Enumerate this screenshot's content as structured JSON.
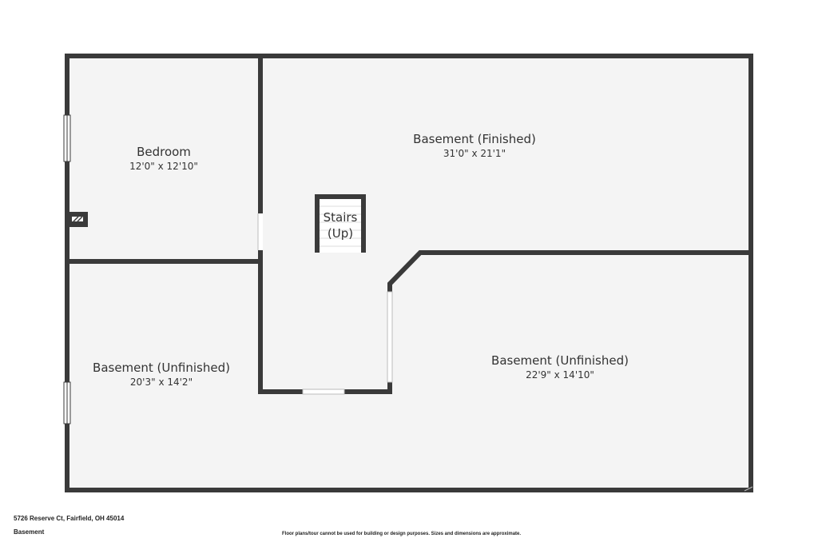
{
  "colors": {
    "wall": "#3a3a3a",
    "floor": "#f4f4f4",
    "window": "#ffffff",
    "text": "#333333"
  },
  "rooms": {
    "bedroom": {
      "name": "Bedroom",
      "dimensions": "12'0\" x 12'10\""
    },
    "basement_finished": {
      "name": "Basement (Finished)",
      "dimensions": "31'0\" x 21'1\""
    },
    "basement_unfinished_left": {
      "name": "Basement (Unfinished)",
      "dimensions": "20'3\" x 14'2\""
    },
    "basement_unfinished_right": {
      "name": "Basement (Unfinished)",
      "dimensions": "22'9\" x 14'10\""
    }
  },
  "stairs": {
    "line1": "Stairs",
    "line2": "(Up)"
  },
  "footer": {
    "address": "5726 Reserve Ct, Fairfield, OH 45014",
    "level": "Basement",
    "disclaimer": "Floor plans/tour cannot be used for building or design purposes. Sizes and dimensions are approximate."
  }
}
